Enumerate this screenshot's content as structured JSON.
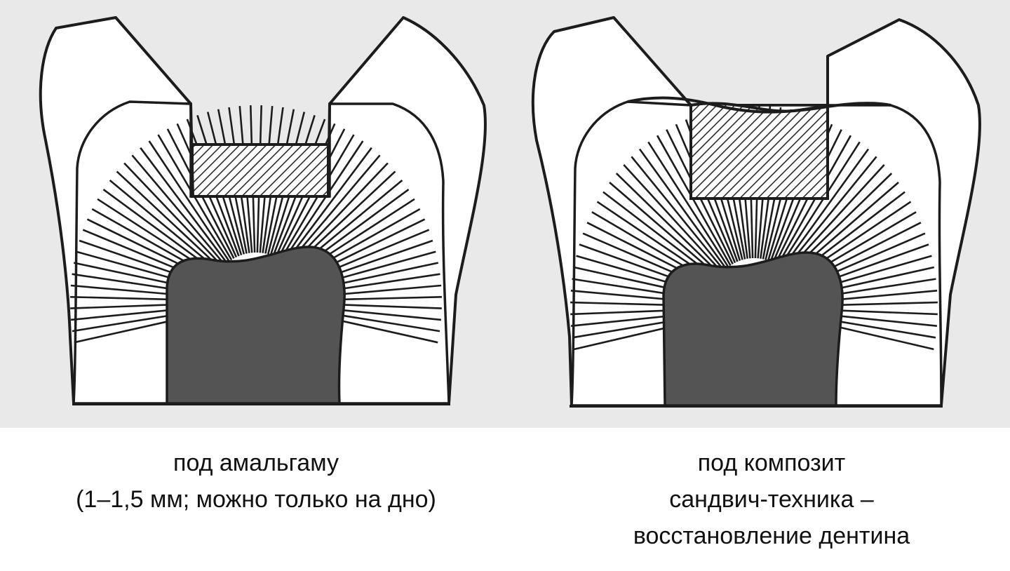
{
  "colors": {
    "background_paper": "#e9e9e9",
    "outline": "#1c1c1c",
    "pulp_fill": "#545454",
    "lining_hatch": "#2a2a2a",
    "caption_text": "#111111"
  },
  "figures": [
    {
      "id": "amalgam",
      "caption_lines": [
        "под амальгаму",
        "(1–1,5 мм; можно только на дно)"
      ]
    },
    {
      "id": "composite",
      "caption_lines": [
        "под композит",
        "сандвич-техника –",
        "восстановление дентина"
      ]
    }
  ]
}
